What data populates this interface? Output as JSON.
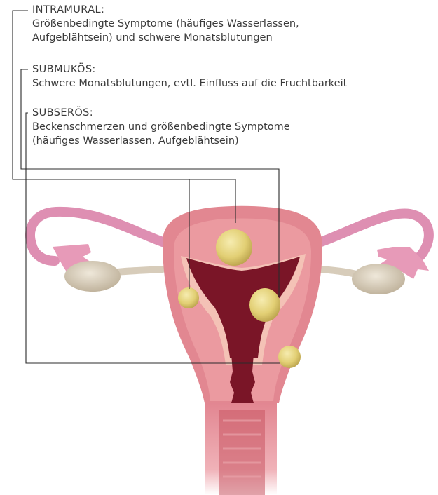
{
  "labels": {
    "intramural": {
      "title": "INTRAMURAL:",
      "line1": "Größenbedingte Symptome (häufiges Wasserlassen,",
      "line2": "Aufgeblähtsein) und schwere Monatsblutungen"
    },
    "submukos": {
      "title": "SUBMUKÖS:",
      "line1": "Schwere Monatsblutungen, evtl. Einfluss auf die Fruchtbarkeit"
    },
    "subseros": {
      "title": "SUBSERÖS:",
      "line1": "Beckenschmerzen und größenbedingte Symptome",
      "line2": "(häufiges Wasserlassen, Aufgeblähtsein)"
    }
  },
  "colors": {
    "leader_line": "#2b2b2b",
    "uterus_outer": "#e28791",
    "uterus_muscle": "#e88f97",
    "uterus_lining": "#f4c2b6",
    "cavity": "#7a1527",
    "tube": "#de8fb2",
    "ovary": "#d6cbb7",
    "fibroid": "#e5d27a"
  }
}
